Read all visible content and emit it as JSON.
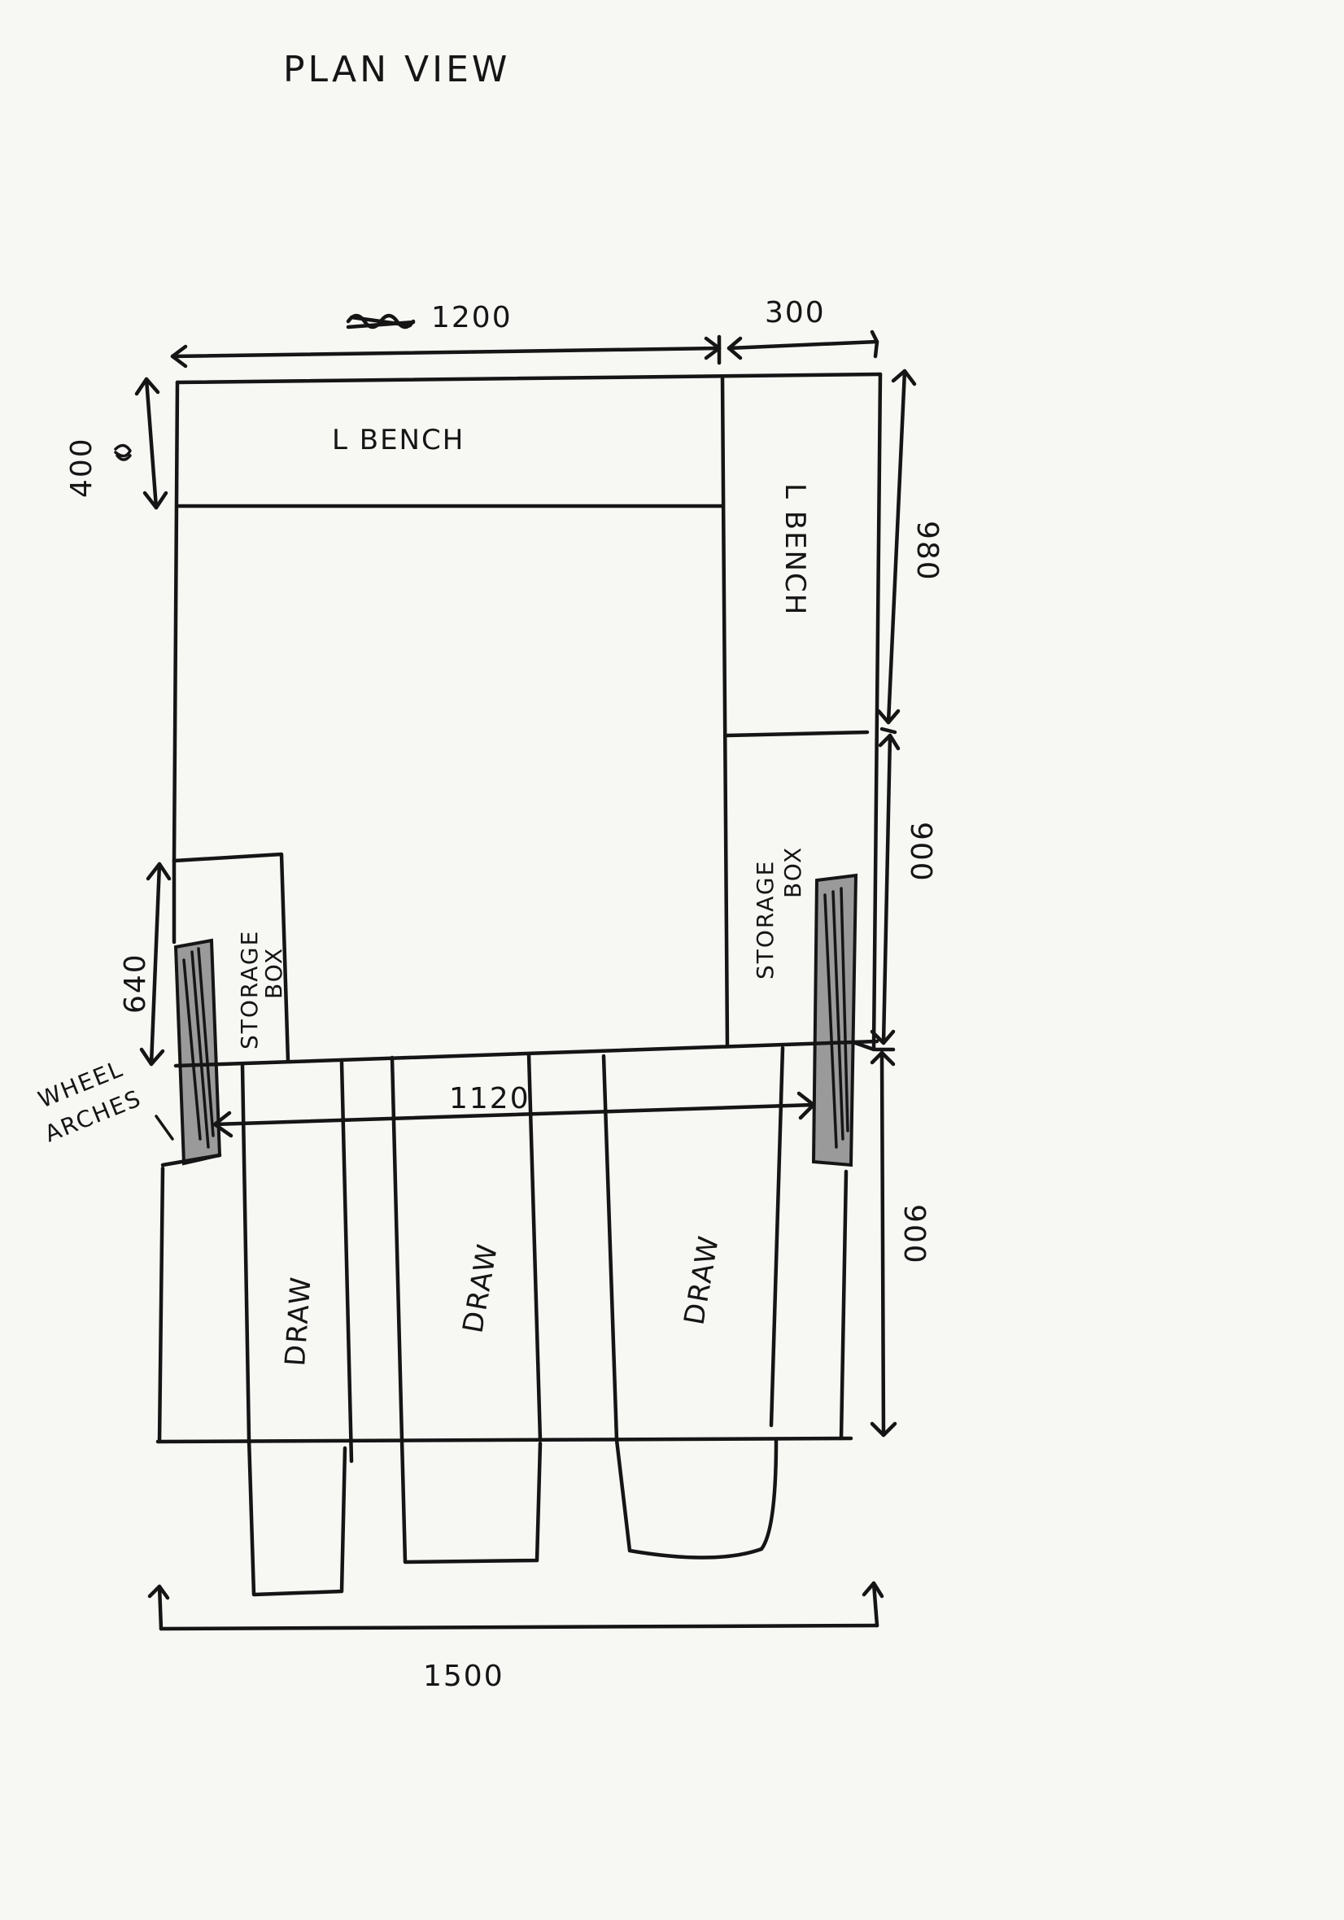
{
  "title": "PLAN VIEW",
  "dimensions": {
    "top_left_width": "1200",
    "top_right_width": "300",
    "left_bench_depth": "400",
    "left_storage_depth": "640",
    "right_upper": "980",
    "right_middle": "900",
    "right_lower": "900",
    "drawer_span": "1120",
    "overall_width": "1500"
  },
  "labels": {
    "top_bench": "L BENCH",
    "right_bench": "L BENCH",
    "left_storage_line1": "STORAGE",
    "left_storage_line2": "BOX",
    "right_storage_line1": "STORAGE",
    "right_storage_line2": "BOX",
    "wheel_arches_line1": "WHEEL",
    "wheel_arches_line2": "ARCHES",
    "drawer_1": "DRAW",
    "drawer_2": "DRAW",
    "drawer_3": "DRAW"
  },
  "colors": {
    "ink": "#151515",
    "paper": "#f7f7f4",
    "hatch": "#9a9a9a"
  }
}
